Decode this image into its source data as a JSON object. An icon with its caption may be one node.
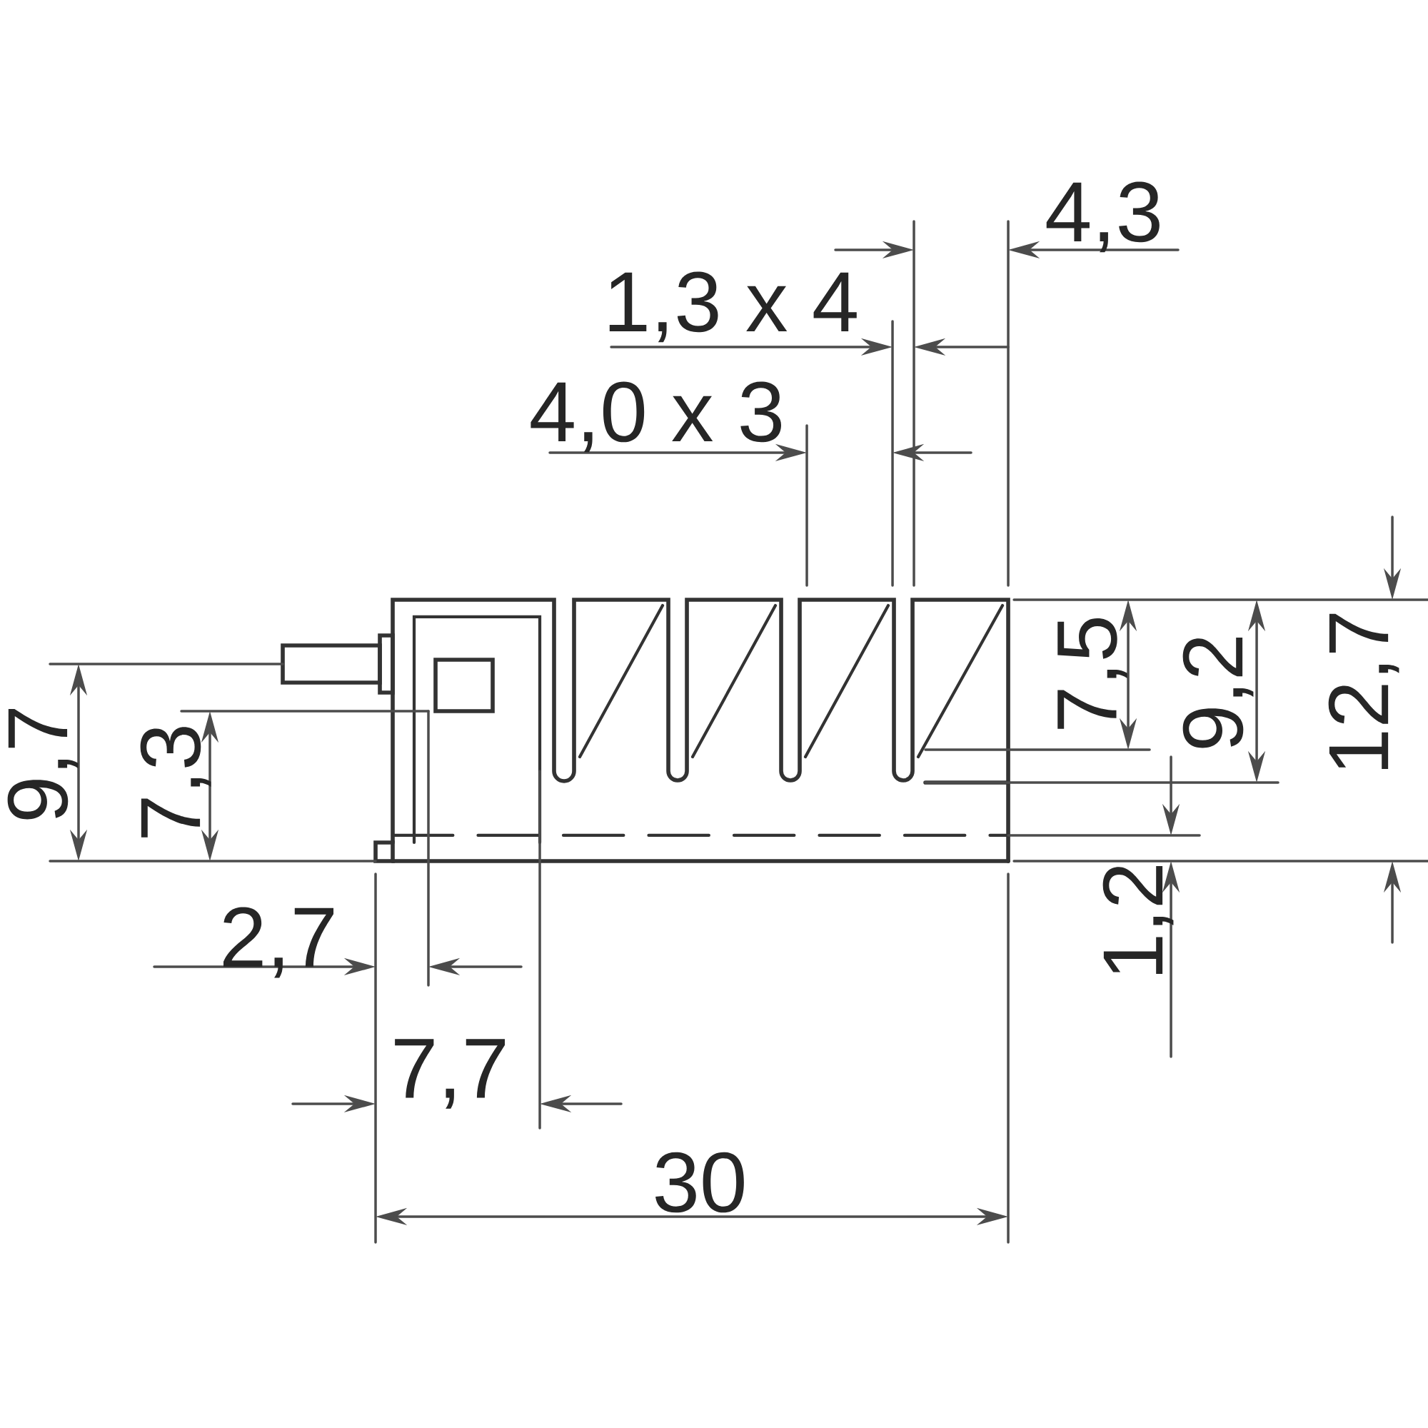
{
  "diagram": {
    "labels": [
      "4,3",
      "1,3 x 4",
      "4,0 x 3",
      "7,5",
      "9,2",
      "12,7",
      "9,7",
      "7,3",
      "2,7",
      "1,2",
      "7,7",
      "30"
    ]
  }
}
